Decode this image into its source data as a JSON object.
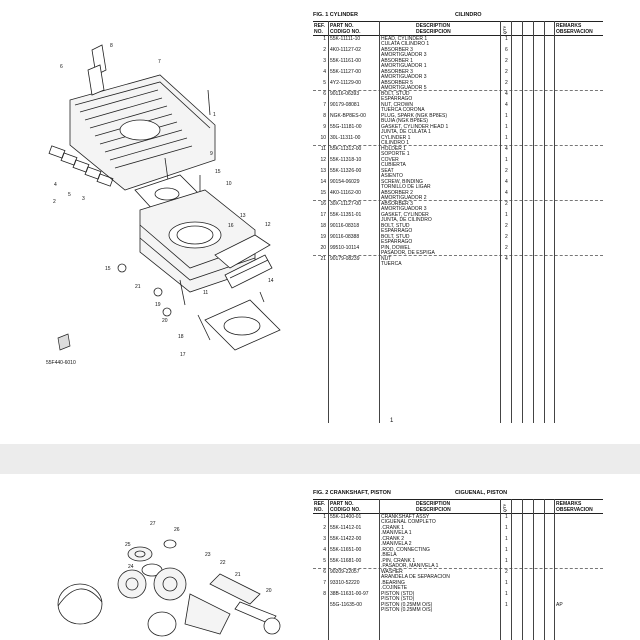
{
  "page1": {
    "fig_en": "FIG.   1   CYLINDER",
    "fig_es": "CILINDRO",
    "headers": {
      "ref": "REF.\nNO.",
      "ref1": "REF.",
      "ref2": "NO.",
      "pn1": "PART NO.",
      "pn2": "CODIGO NO.",
      "desc1": "DESCRIPTION",
      "desc2": "DESCRIPCION",
      "qty": "Q'TY",
      "rem1": "REMARKS",
      "rem2": "OBSERVACION"
    },
    "rows": [
      {
        "ref": "1",
        "pn": "55K-11111-10",
        "d1": "HEAD, CYLINDER 1",
        "d2": "CULATA CILINDRO 1",
        "qty": "1"
      },
      {
        "ref": "2",
        "pn": "4K0-11127-02",
        "d1": "ABSORBER 3",
        "d2": "AMORTIGUADOR 3",
        "qty": "6"
      },
      {
        "ref": "3",
        "pn": "55K-11161-00",
        "d1": "ABSORBER 1",
        "d2": "AMORTIGUADOR 1",
        "qty": "2"
      },
      {
        "ref": "4",
        "pn": "55K-11127-00",
        "d1": "ABSORBER 3",
        "d2": "AMORTIGUADOR 3",
        "qty": "2"
      },
      {
        "ref": "5",
        "pn": "4Y2-11129-00",
        "d1": "ABSORBER 5",
        "d2": "AMORTIGUADOR 5",
        "qty": "2",
        "dash": true
      },
      {
        "ref": "6",
        "pn": "90116-06393",
        "d1": "BOLT, STUD",
        "d2": "ESPARRAGO",
        "qty": "4"
      },
      {
        "ref": "7",
        "pn": "90179-08081",
        "d1": "NUT, CROWN",
        "d2": "TUERCA CORONA",
        "qty": "4"
      },
      {
        "ref": "8",
        "pn": "NGK-BP8ES-00",
        "d1": "PLUG, SPARK (NGK BP8ES)",
        "d2": "BUJIA (NGK BP8ES)",
        "qty": "1"
      },
      {
        "ref": "9",
        "pn": "55G-11181-00",
        "d1": "GASKET, CYLINDER HEAD 1",
        "d2": "JUNTA, DE CULATA 1",
        "qty": "1"
      },
      {
        "ref": "10",
        "pn": "30L-11311-00",
        "d1": "CYLINDER 1",
        "d2": "CILINDRO 1",
        "qty": "1",
        "dash": true
      },
      {
        "ref": "11",
        "pn": "55K-11312-00",
        "d1": "HOLDER 1",
        "d2": "SOPORTE 1",
        "qty": "4"
      },
      {
        "ref": "12",
        "pn": "55K-11318-10",
        "d1": "COVER",
        "d2": "CUBIERTA",
        "qty": "1"
      },
      {
        "ref": "13",
        "pn": "55K-11326-00",
        "d1": "SEAT",
        "d2": "ASIENTO",
        "qty": "2"
      },
      {
        "ref": "14",
        "pn": "90154-06029",
        "d1": "SCREW, BINDING",
        "d2": "TORNILLO DE LIGAR",
        "qty": "4"
      },
      {
        "ref": "15",
        "pn": "4K0-11162-00",
        "d1": "ABSORBER 2",
        "d2": "AMORTIGUADOR 2",
        "qty": "4",
        "dash": true
      },
      {
        "ref": "16",
        "pn": "30X-11127-00",
        "d1": "ABSORBER 3",
        "d2": "AMORTIGUADOR 3",
        "qty": "2"
      },
      {
        "ref": "17",
        "pn": "55K-11351-01",
        "d1": "GASKET, CYLINDER",
        "d2": "JUNTA, DE CILINDRO",
        "qty": "1"
      },
      {
        "ref": "18",
        "pn": "90116-08318",
        "d1": "BOLT, STUD",
        "d2": "ESPARRAGO",
        "qty": "2"
      },
      {
        "ref": "19",
        "pn": "90116-08388",
        "d1": "BOLT, STUD",
        "d2": "ESPARRAGO",
        "qty": "2"
      },
      {
        "ref": "20",
        "pn": "99510-10114",
        "d1": "PIN, DOWEL",
        "d2": "PASADOR, DE ESPIGA",
        "qty": "2",
        "dash": true
      },
      {
        "ref": "21",
        "pn": "90179-08239",
        "d1": "NUT",
        "d2": "TUERCA",
        "qty": "4"
      }
    ],
    "page_number": "1",
    "diagram_code": "55F440-6010",
    "callouts": [
      "1",
      "2",
      "3",
      "4",
      "5",
      "6",
      "7",
      "8",
      "9",
      "10",
      "11",
      "12",
      "13",
      "14",
      "15",
      "16",
      "17",
      "18",
      "19",
      "20",
      "21"
    ]
  },
  "page2": {
    "fig_en": "FIG.   2   CRANKSHAFT, PISTON",
    "fig_es": "CIGUENAL, PISTON",
    "headers": {
      "ref1": "REF.",
      "ref2": "NO.",
      "pn1": "PART NO.",
      "pn2": "CODIGO NO.",
      "desc1": "DESCRIPTION",
      "desc2": "DESCRIPCION",
      "qty": "Q'TY",
      "rem1": "REMARKS",
      "rem2": "OBSERVACION"
    },
    "rows": [
      {
        "ref": "1",
        "pn": "55K-11400-01",
        "d1": "CRANKSHAFT ASSY",
        "d2": "CIGUENAL COMPLETO",
        "qty": "1"
      },
      {
        "ref": "2",
        "pn": "55K-11412-01",
        "d1": ".CRANK 1",
        "d2": ".MANIVELA 1",
        "qty": "1"
      },
      {
        "ref": "3",
        "pn": "55K-11422-00",
        "d1": ".CRANK 2",
        "d2": ".MANIVELA 2",
        "qty": "1"
      },
      {
        "ref": "4",
        "pn": "55K-11651-00",
        "d1": ".ROD, CONNECTING",
        "d2": ".BIELA",
        "qty": "1"
      },
      {
        "ref": "5",
        "pn": "55K-11681-00",
        "d1": ".PIN, CRANK 1",
        "d2": ".PASADOR, MANIVELA 1",
        "qty": "1",
        "dash": true
      },
      {
        "ref": "6",
        "pn": "90209-22057",
        "d1": "WASHER",
        "d2": "ARANDELA DE SEPARACION",
        "qty": "2"
      },
      {
        "ref": "7",
        "pn": "93310-52220",
        "d1": ".BEARING",
        "d2": ".COJINETE",
        "qty": "1"
      },
      {
        "ref": "8",
        "pn": "38B-11631-00-97",
        "d1": "PISTON (STD)",
        "d2": "PISTON (STD)",
        "qty": "1"
      },
      {
        "ref": "",
        "pn": "55G-11635-00",
        "d1": "PISTON (0.25MM O/S)",
        "d2": "PISTON (0.25MM O/S)",
        "qty": "1",
        "rem": "AP"
      }
    ],
    "callouts": [
      "27",
      "26",
      "25",
      "24",
      "23",
      "22",
      "21",
      "20"
    ]
  }
}
